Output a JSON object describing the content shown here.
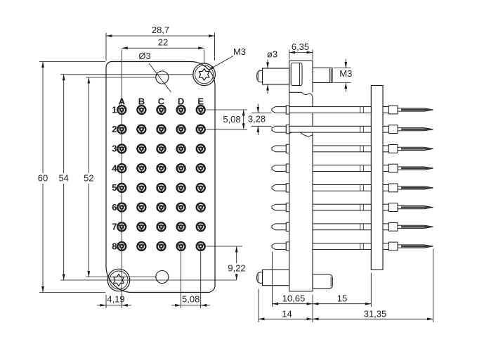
{
  "drawing": {
    "front_view": {
      "column_labels": [
        "A",
        "B",
        "C",
        "D",
        "E"
      ],
      "row_labels": [
        "1",
        "2",
        "3",
        "4",
        "5",
        "6",
        "7",
        "8"
      ],
      "dimensions": {
        "overall_width": "28,7",
        "screw_spacing_h": "22",
        "guide_hole_label": "Ø3",
        "screw_label": "M3",
        "overall_height": "60",
        "screw_spacing_v": "54",
        "guide_hole_spacing": "52",
        "pin_pitch_right": "5,08",
        "row8_to_screw": "9,22",
        "edge_to_screw": "4,19",
        "pin_pitch_bottom": "5,08"
      }
    },
    "side_view": {
      "dimensions": {
        "boss_width": "6,35",
        "guide_pin_dia": "ø3",
        "thread_label": "M3",
        "pin_clearance": "3,28",
        "tip_to_body": "10,65",
        "body_to_plate": "15",
        "front_depth": "14",
        "rear_depth": "31,35"
      }
    },
    "colors": {
      "line": "#1a1a1a",
      "text": "#1f1f1f",
      "pin_dark": "#262626",
      "shade": "#8f8f8f"
    }
  }
}
